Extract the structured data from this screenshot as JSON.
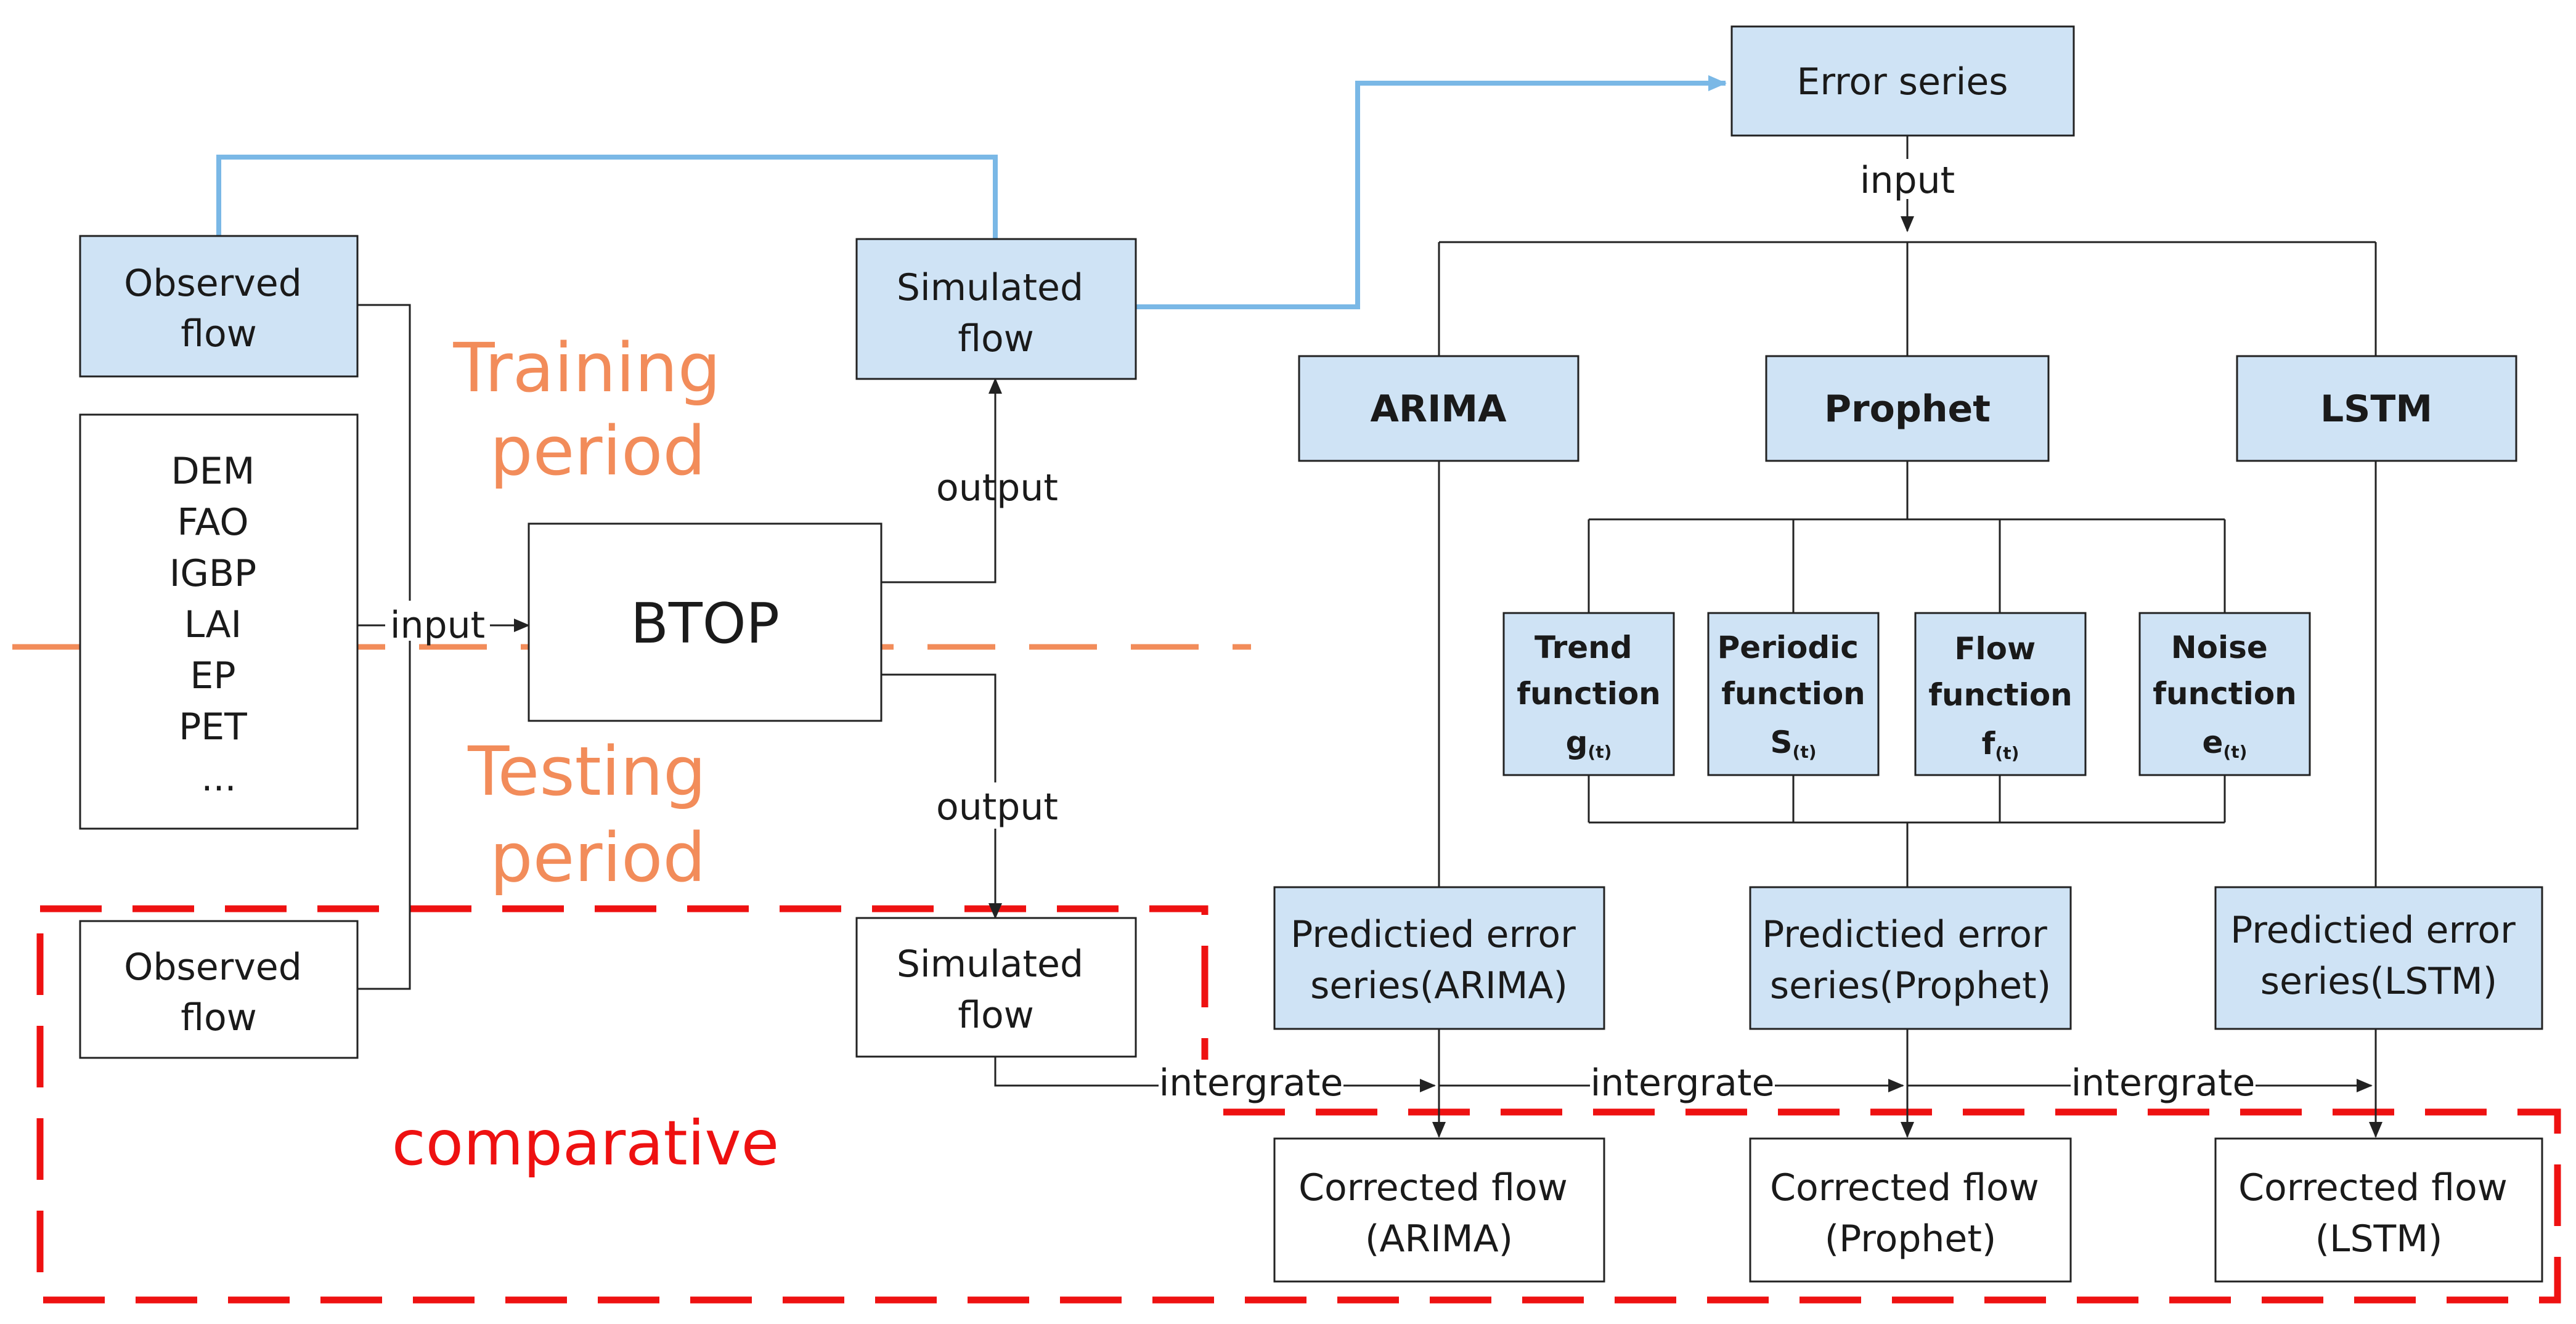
{
  "nodes": {
    "observed_train": [
      "Observed",
      "flow"
    ],
    "inputs_list": [
      "DEM",
      "FAO",
      "IGBP",
      "LAI",
      "EP",
      "PET",
      "..."
    ],
    "btop": "BTOP",
    "simulated_train": [
      "Simulated",
      "flow"
    ],
    "error_series": "Error series",
    "arima": "ARIMA",
    "prophet": "Prophet",
    "lstm": "LSTM",
    "trend": [
      "Trend",
      "function",
      "g",
      "(t)"
    ],
    "periodic": [
      "Periodic",
      "function",
      "S",
      "(t)"
    ],
    "flowfn": [
      "Flow",
      "function",
      "f",
      "(t)"
    ],
    "noise": [
      "Noise",
      "function",
      "e",
      "(t)"
    ],
    "pred_arima": [
      "Predictied error",
      "series(ARIMA)"
    ],
    "pred_prophet": [
      "Predictied error",
      "series(Prophet)"
    ],
    "pred_lstm": [
      "Predictied error",
      "series(LSTM)"
    ],
    "observed_test": [
      "Observed",
      "flow"
    ],
    "simulated_test": [
      "Simulated",
      "flow"
    ],
    "corr_arima": [
      "Corrected flow",
      "(ARIMA)"
    ],
    "corr_prophet": [
      "Corrected flow",
      "(Prophet)"
    ],
    "corr_lstm": [
      "Corrected flow",
      "(LSTM)"
    ]
  },
  "edges": {
    "input_btop": "input",
    "input_error": "input",
    "output_train": "output",
    "output_test": "output",
    "integrate_1": "intergrate",
    "integrate_2": "intergrate",
    "integrate_3": "intergrate"
  },
  "regions": {
    "training": [
      "Training",
      "period"
    ],
    "testing": [
      "Testing",
      "period"
    ],
    "comparative": "comparative"
  },
  "colors": {
    "box_fill": "#cfe3f5",
    "blue_line": "#7ab8e6",
    "orange": "#f28c5a",
    "red": "#ee1111"
  }
}
